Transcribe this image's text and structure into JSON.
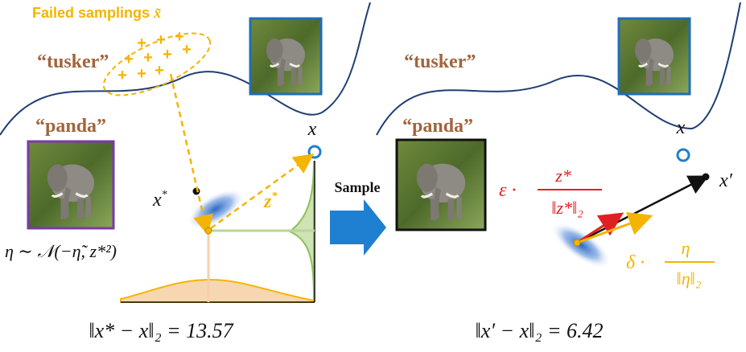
{
  "labels": {
    "failed": "Failed samplings",
    "failed_symbol": "x̃",
    "tusker": "“tusker”",
    "panda": "“panda”",
    "x": "x",
    "x_star": "x",
    "x_star_sup": "*",
    "z_star": "z",
    "z_star_sup": "*",
    "eta_dist": "η ∼ 𝒩(−η̃, z*²)",
    "sample": "Sample",
    "x_prime": "x′",
    "eps_prefix": "ε ·",
    "eps_num": "z*",
    "eps_den": "‖z*‖₂",
    "delta_prefix": "δ ·",
    "delta_num": "η",
    "delta_den": "‖η‖₂",
    "left_norm": "‖x* − x‖₂ = 13.57",
    "right_norm": "‖x′ − x‖₂ = 6.42"
  },
  "colors": {
    "boundary": "#1f3e73",
    "orange": "#f5b400",
    "brown": "#a0653c",
    "red": "#e02020",
    "blue_circle": "#1f7fd0",
    "purple_frame": "#7a3aa8",
    "blue_frame": "#1f6db8",
    "black_frame": "#111111",
    "arrow_blue": "#1f7fd0",
    "green_fill": "#cfe3b5",
    "orange_fill": "#f6d7b2"
  }
}
